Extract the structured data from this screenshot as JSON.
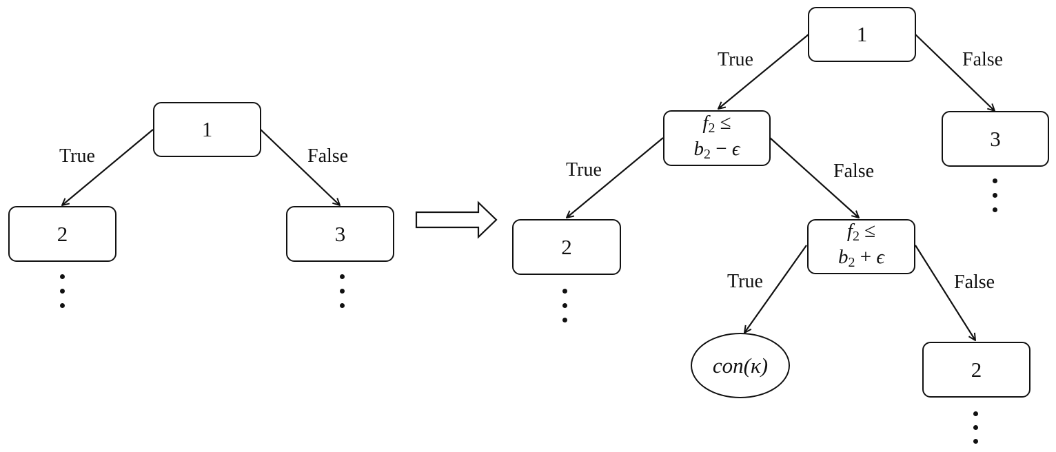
{
  "left_tree": {
    "root": "1",
    "left_child": "2",
    "right_child": "3",
    "true_label": "True",
    "false_label": "False"
  },
  "right_tree": {
    "root": "1",
    "cond_upper": {
      "var": "f",
      "sub": "2",
      "rel": "≤",
      "bvar": "b",
      "bsub": "2",
      "op": "−",
      "eps": "ϵ"
    },
    "cond_lower": {
      "var": "f",
      "sub": "2",
      "rel": "≤",
      "bvar": "b",
      "bsub": "2",
      "op": "+",
      "eps": "ϵ"
    },
    "node_2_left": "2",
    "node_3": "3",
    "node_2_right": "2",
    "leaf": "con(κ)",
    "true_label": "True",
    "false_label": "False"
  }
}
